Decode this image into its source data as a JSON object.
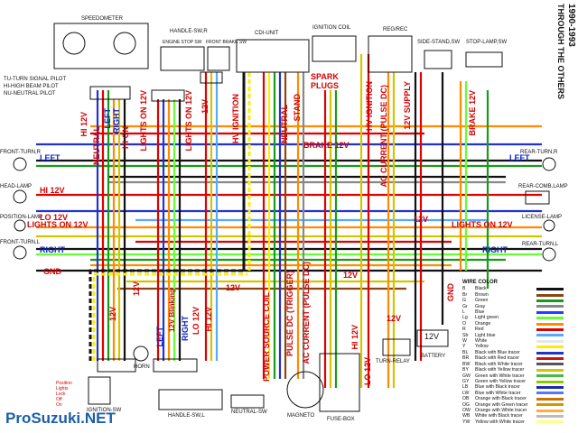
{
  "header": {
    "years": "1990-1993",
    "variant": "THROUGH THE OTHERS"
  },
  "components": {
    "speedometer": "SPEEDOMETER",
    "handle_sw_r": "HANDLE-SW,R",
    "engine_stop_sw": "ENGINE STOP SW",
    "front_brake_sw": "FRONT BRAKE SW",
    "cdi_unit": "CDI-UNIT",
    "ignition_coil": "IGNITION COIL",
    "spark_plugs": "SPARK PLUGS",
    "reg_rec": "REG/REC",
    "side_stand_sw": "SIDE-STAND,SW",
    "stop_lamp_sw": "STOP-LAMP,SW",
    "front_turn_r": "FRONT-TURN,R",
    "head_lamp": "HEAD-LAMP",
    "position_lamp": "POSITION-LAMP",
    "front_turn_l": "FRONT-TURN,L",
    "rear_turn_r": "REAR-TURN,R",
    "rear_comb_lamp": "REAR-COMB,LAMP",
    "license_lamp": "LICENSE-LAMP",
    "rear_turn_l": "REAR-TURN,L",
    "horn": "HORN",
    "handle_sw_l": "HANDLE-SW,L",
    "ignition_sw": "IGNITION-SW",
    "neutral_sw": "NEUTRAL-SW",
    "magneto": "MAGNETO",
    "fuse_box": "FUSE-BOX",
    "turn_relay": "TURN-RELAY",
    "battery": "BATTERY",
    "battery_v": "12V"
  },
  "pilots": [
    "TU-TURN SIGNAL PILOT",
    "HI-HIGH BEAM PILOT",
    "NU-NEUTRAL PILOT"
  ],
  "switch_table": {
    "title": "Position",
    "rows": [
      "Lights",
      "Lock",
      "Off",
      "On"
    ]
  },
  "labels": {
    "hi12v_top": "HI 12V",
    "left_top": "LEFT",
    "right_top": "RIGHT",
    "neutral_top": "NEUTRAL",
    "hi_on": "HI ON",
    "lights_on_12v_a": "LIGHTS ON 12V",
    "lights_on_12v_b": "LIGHTS ON 12V",
    "twelve_v_a": "12V",
    "hv_ignition_a": "HV IGNITION",
    "neutral_mid": "NEUTRAL",
    "stand": "STAND",
    "brake_12v_mid": "BRAKE 12V",
    "hv_ignition_b": "HV IGNITION",
    "ac_current_pulse_dc_top": "AC CURRENT (PULSE DC)",
    "twelve_v_supply": "12V SUPPLY",
    "brake_12v_right": "BRAKE 12V",
    "left_row_l": "LEFT",
    "left_row_r": "LEFT",
    "hi12v_row": "HI 12V",
    "lo12v_row": "LO 12V",
    "lights_on_12v_row": "LIGHTS ON 12V",
    "right_row_l": "RIGHT",
    "gnd_row": "GND",
    "twelve_v_b": "12V",
    "lights_on_12v_right": "LIGHTS ON 12V",
    "right_row_r": "RIGHT",
    "twelve_v_c": "12V",
    "twelve_v_d": "12V",
    "twelve_v_e": "12V",
    "twelve_v_f": "12V",
    "twelve_v_g": "12V",
    "twelve_v_blinking": "12V Blinking",
    "lo12v_bottom": "LO 12V",
    "hi12v_bottom_a": "HI 12V",
    "right_bottom": "RIGHT",
    "left_bottom": "LEFT",
    "power_source_coil": "POWER SOURCE COIL",
    "pulse_dc_trigger": "PULSE DC (TRIGGER)",
    "ac_current_pulse_dc_bottom": "AC CURRENT (PULSE DC)",
    "hi12v_bottom_b": "HI 12V",
    "lo12v_bottom_b": "LO 12V",
    "gnd_right": "GND"
  },
  "legend": {
    "title": "WIRE COLOR",
    "entries": [
      {
        "code": "B",
        "name": "Black",
        "color": "#111111"
      },
      {
        "code": "Br",
        "name": "Brown",
        "color": "#8b4513"
      },
      {
        "code": "G",
        "name": "Green",
        "color": "#1a9a1a"
      },
      {
        "code": "Gr",
        "name": "Gray",
        "color": "#888888"
      },
      {
        "code": "L",
        "name": "Blue",
        "color": "#1f3fff"
      },
      {
        "code": "Lg",
        "name": "Light green",
        "color": "#66ff33"
      },
      {
        "code": "O",
        "name": "Orange",
        "color": "#ff8c00"
      },
      {
        "code": "R",
        "name": "Red",
        "color": "#e00000"
      },
      {
        "code": "Sb",
        "name": "Light blue",
        "color": "#55aaff"
      },
      {
        "code": "W",
        "name": "White",
        "color": "#e6e6e6"
      },
      {
        "code": "Y",
        "name": "Yellow",
        "color": "#ffee00"
      },
      {
        "code": "BL",
        "name": "Black with Blue tracer",
        "color": "#2233cc"
      },
      {
        "code": "BR",
        "name": "Black with Red tracer",
        "color": "#cc1111"
      },
      {
        "code": "BW",
        "name": "Black with White tracer",
        "color": "#555555"
      },
      {
        "code": "BY",
        "name": "Black with Yellow tracer",
        "color": "#d4c400"
      },
      {
        "code": "GW",
        "name": "Green with White tracer",
        "color": "#44bb44"
      },
      {
        "code": "GY",
        "name": "Green with Yellow tracer",
        "color": "#88cc00"
      },
      {
        "code": "LB",
        "name": "Blue with Black tracer",
        "color": "#1a2aaa"
      },
      {
        "code": "LW",
        "name": "Blue with White tracer",
        "color": "#5577ff"
      },
      {
        "code": "OB",
        "name": "Orange with Black tracer",
        "color": "#cc7000"
      },
      {
        "code": "OG",
        "name": "Orange with Green tracer",
        "color": "#cc9900"
      },
      {
        "code": "OW",
        "name": "Orange with White tracer",
        "color": "#ffaa44"
      },
      {
        "code": "WB",
        "name": "White with Black tracer",
        "color": "#bbbbbb"
      },
      {
        "code": "YW",
        "name": "Yellow with White tracer",
        "color": "#ffff88"
      }
    ]
  },
  "watermark": "ProSuzuki.NET"
}
